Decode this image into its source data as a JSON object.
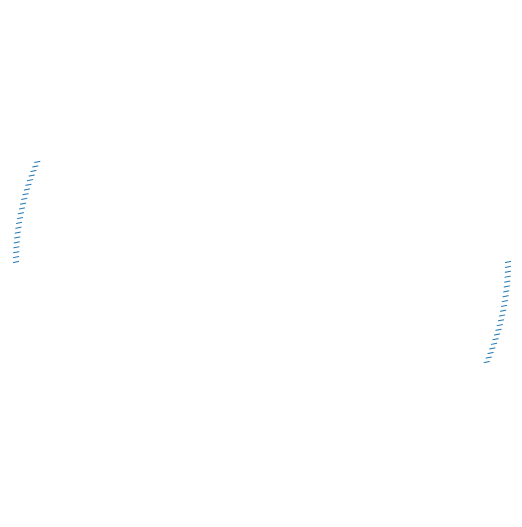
{
  "graphic": {
    "stroke_color": "#1f77b4",
    "arcs": [
      {
        "name": "tick-arc-left",
        "tick_count": 22
      },
      {
        "name": "tick-arc-right",
        "tick_count": 22
      }
    ]
  }
}
